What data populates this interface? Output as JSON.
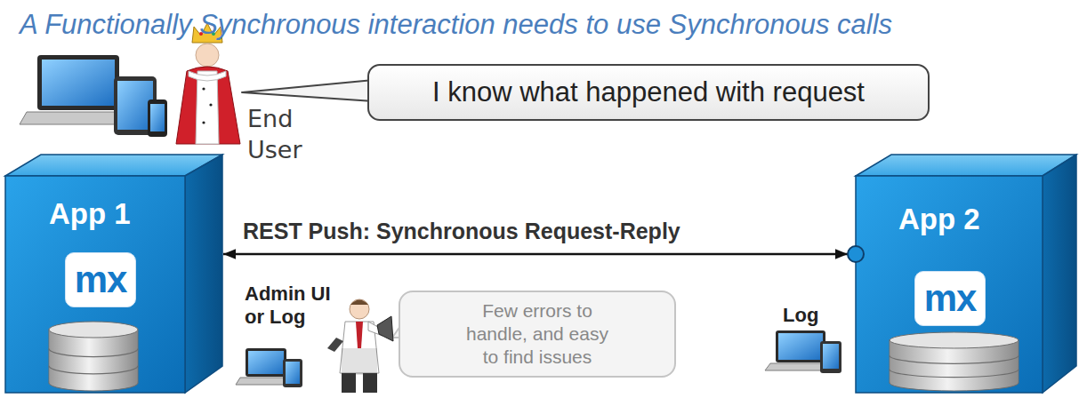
{
  "diagram": {
    "title": "A Functionally Synchronous interaction needs to use Synchronous calls",
    "nodes": [
      {
        "text": [
          "I know what happened with request"
        ]
      },
      {
        "text": [
          "App 1"
        ]
      },
      {
        "text": [
          "mx"
        ],
        "in": 1
      },
      {
        "text": [
          "App 2"
        ]
      },
      {
        "text": [
          "mx"
        ],
        "in": 3
      },
      {
        "text": [
          "Few errors to handle, and easy to find issues"
        ]
      }
    ],
    "edges": [
      {
        "from": 1,
        "to": 3,
        "label": "REST Push: Synchronous Request-Reply",
        "arrow": "both"
      }
    ],
    "labels": [
      "End User",
      "Admin UI or Log",
      "Log"
    ]
  }
}
